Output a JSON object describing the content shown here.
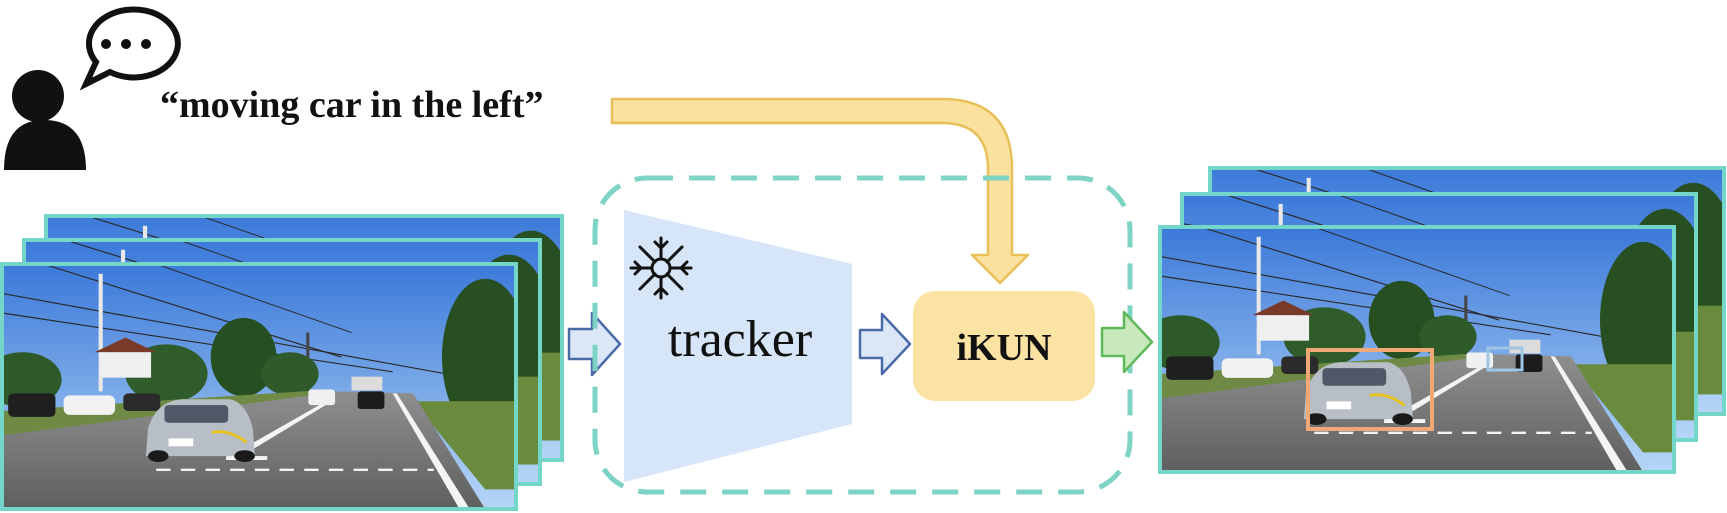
{
  "query": {
    "text": "“moving car in the left”"
  },
  "tracker": {
    "label": "tracker"
  },
  "ikun": {
    "label": "iKUN"
  },
  "icons": {
    "user": "user-icon",
    "speech": "speech-bubble-icon",
    "frozen": "snowflake-icon"
  },
  "colors": {
    "frame_border": "#74d6c8",
    "dashed_box": "#7dd3c4",
    "tracker_fill": "#d6e6f8",
    "ikun_fill": "#fbe3a4",
    "query_arrow_fill": "#fbe19e",
    "query_arrow_stroke": "#e8c05a",
    "flow_arrow_fill": "#dbe6f6",
    "flow_arrow_stroke": "#4a6aa8",
    "output_arrow_fill": "#c7e9bc",
    "output_arrow_stroke": "#5fb85a",
    "target_box": "#f0a877",
    "other_box": "#9ec6e6"
  }
}
